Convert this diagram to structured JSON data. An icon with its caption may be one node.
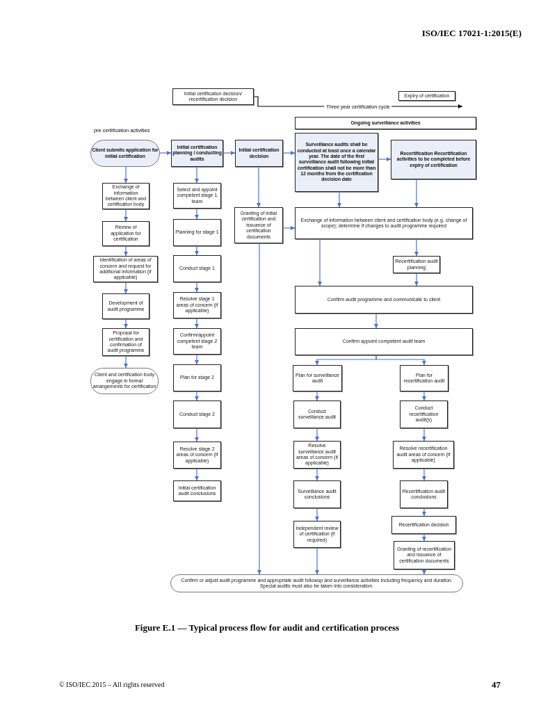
{
  "diagram": {
    "caption": "Figure E.1 — Typical process flow for audit and certification process",
    "nodes": [
      {
        "text": [
          "Initial certification decision/ recertification decision"
        ]
      },
      {
        "text": [
          "Expiry of certification"
        ]
      },
      {
        "text": [
          "Ongoing surveillance activities"
        ]
      },
      {
        "text": [
          "Client submits application for initial certification"
        ]
      },
      {
        "text": [
          "Initial certification planning / conducting audits"
        ]
      },
      {
        "text": [
          "Initial certification decision"
        ]
      },
      {
        "text": [
          "Surveillance audits shall be conducted at least once a calendar year. The date of the first surveillance audit following initial certification shall not be more than 12 months from the certification decision date"
        ]
      },
      {
        "text": [
          "Recertification Recertification activities to be completed before expiry of certification"
        ]
      },
      {
        "text": [
          "Exchange of information between client and certification body"
        ]
      },
      {
        "text": [
          "Review of application for certification"
        ]
      },
      {
        "text": [
          "Identification of areas of concern and request for additional information (if applicable)"
        ]
      },
      {
        "text": [
          "Development of audit programme"
        ]
      },
      {
        "text": [
          "Proposal for certification and confirmation of audit programme"
        ]
      },
      {
        "text": [
          "Client and certification body engage in formal arrangements for certification"
        ]
      },
      {
        "text": [
          "Select and appoint competent stage 1 team"
        ]
      },
      {
        "text": [
          "Planning for stage 1"
        ]
      },
      {
        "text": [
          "Conduct stage 1"
        ]
      },
      {
        "text": [
          "Resolve stage 1 areas of concern (if applicable)"
        ]
      },
      {
        "text": [
          "Confirm/appoint competent stage 2 team"
        ]
      },
      {
        "text": [
          "Plan for stage 2"
        ]
      },
      {
        "text": [
          "Conduct stage 2"
        ]
      },
      {
        "text": [
          "Resolve stage 2 areas of concern (if applicable)"
        ]
      },
      {
        "text": [
          "Initial certification audit conclusions"
        ]
      },
      {
        "text": [
          "Granting of initial certification and issuance of certification documents"
        ]
      },
      {
        "text": [
          "Exchange of information between client and certification body (e.g. change of scope); determine if changes to audit programme required"
        ]
      },
      {
        "text": [
          "Recertification audit planning"
        ]
      },
      {
        "text": [
          "Confirm audit programme and communicate to client"
        ]
      },
      {
        "text": [
          "Confirm appoint competent audit team"
        ]
      },
      {
        "text": [
          "Plan for surveillance audit"
        ]
      },
      {
        "text": [
          "Plan for recertification audit"
        ]
      },
      {
        "text": [
          "Conduct surveillance audit"
        ]
      },
      {
        "text": [
          "Conduct recertification audit(s)"
        ]
      },
      {
        "text": [
          "Resolve surveillance audit areas of concern (if applicable)"
        ]
      },
      {
        "text": [
          "Resolve recertification audit areas of concern (if applicable)"
        ]
      },
      {
        "text": [
          "Surveillance audit conclusions"
        ]
      },
      {
        "text": [
          "Recertification audit conclusions"
        ]
      },
      {
        "text": [
          "Independent review of certification (if required)"
        ]
      },
      {
        "text": [
          "Recertification decision"
        ]
      },
      {
        "text": [
          "Granting of recertification and issuance of certification documents"
        ]
      },
      {
        "text": [
          "Confirm or adjust audit programme and appropriate audit followup and surveillance activities including frequency and duration. Special audits must also be taken into consideration."
        ]
      }
    ],
    "edges": [
      {
        "from": 0,
        "to": 1,
        "arrow": "to",
        "label": "Three year certification cycle",
        "color": "#000000"
      },
      {
        "from": 3,
        "to": 4,
        "arrow": "to"
      },
      {
        "from": 4,
        "to": 5,
        "arrow": "to"
      },
      {
        "from": 5,
        "to": 6,
        "arrow": "to"
      },
      {
        "from": 6,
        "to": 7,
        "arrow": "to"
      },
      {
        "from": 3,
        "to": 8,
        "arrow": "to"
      },
      {
        "from": 8,
        "to": 9,
        "arrow": "to"
      },
      {
        "from": 9,
        "to": 10,
        "arrow": "to"
      },
      {
        "from": 10,
        "to": 11,
        "arrow": "to"
      },
      {
        "from": 11,
        "to": 12,
        "arrow": "to"
      },
      {
        "from": 12,
        "to": 13,
        "arrow": "to"
      },
      {
        "from": 4,
        "to": 14,
        "arrow": "to"
      },
      {
        "from": 14,
        "to": 15,
        "arrow": "to"
      },
      {
        "from": 15,
        "to": 16,
        "arrow": "to"
      },
      {
        "from": 16,
        "to": 17,
        "arrow": "to"
      },
      {
        "from": 17,
        "to": 18,
        "arrow": "to"
      },
      {
        "from": 18,
        "to": 19,
        "arrow": "to"
      },
      {
        "from": 19,
        "to": 20,
        "arrow": "to"
      },
      {
        "from": 20,
        "to": 21,
        "arrow": "to"
      },
      {
        "from": 21,
        "to": 22,
        "arrow": "to"
      },
      {
        "from": 5,
        "to": 23,
        "arrow": "to"
      },
      {
        "from": 23,
        "to": 24,
        "arrow": "to"
      },
      {
        "from": 23,
        "to": 39,
        "arrow": "to"
      },
      {
        "from": 6,
        "to": 24,
        "arrow": "to"
      },
      {
        "from": 7,
        "to": 24,
        "arrow": "to"
      },
      {
        "from": 24,
        "to": 26,
        "arrow": "to"
      },
      {
        "from": 24,
        "to": 25,
        "arrow": "to"
      },
      {
        "from": 25,
        "to": 26,
        "arrow": "to"
      },
      {
        "from": 26,
        "to": 27,
        "arrow": "to"
      },
      {
        "from": 27,
        "to": 28,
        "arrow": "to"
      },
      {
        "from": 27,
        "to": 29,
        "arrow": "to"
      },
      {
        "from": 28,
        "to": 30,
        "arrow": "to"
      },
      {
        "from": 30,
        "to": 32,
        "arrow": "to"
      },
      {
        "from": 32,
        "to": 34,
        "arrow": "to"
      },
      {
        "from": 34,
        "to": 36,
        "arrow": "to"
      },
      {
        "from": 36,
        "to": 39,
        "arrow": "to"
      },
      {
        "from": 29,
        "to": 31,
        "arrow": "to"
      },
      {
        "from": 31,
        "to": 33,
        "arrow": "to"
      },
      {
        "from": 33,
        "to": 35,
        "arrow": "to"
      },
      {
        "from": 35,
        "to": 37,
        "arrow": "to"
      },
      {
        "from": 37,
        "to": 38,
        "arrow": "to"
      },
      {
        "from": 38,
        "to": 39,
        "arrow": "to"
      }
    ],
    "labels": [
      "ISO/IEC 17021-1:2015(E)",
      "pre certification activities",
      "© ISO/IEC 2015 – All rights reserved",
      "47"
    ]
  }
}
